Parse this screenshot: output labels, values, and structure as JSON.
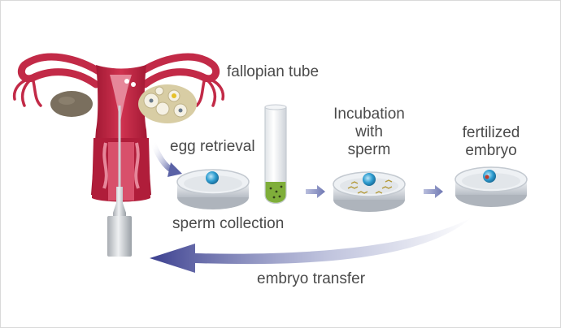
{
  "labels": {
    "fallopian_tube": "fallopian tube",
    "egg_retrieval": "egg retrieval",
    "sperm_collection": "sperm collection",
    "incubation_line1": "Incubation",
    "incubation_line2": "with",
    "incubation_line3": "sperm",
    "fertilized_line1": "fertilized",
    "fertilized_line2": "embryo",
    "embryo_transfer": "embryo transfer"
  },
  "colors": {
    "uterus": "#b8203c",
    "uterus_inner": "#e6879a",
    "ovary": "#7a6f5e",
    "follicles": "#d8cda4",
    "dish": "#d9dde2",
    "egg": "#2f9ed1",
    "sperm_liquid": "#7fae3a",
    "arrow": "#7d85b8",
    "needle": "#c4c7cc",
    "text": "#4a4a4a"
  }
}
